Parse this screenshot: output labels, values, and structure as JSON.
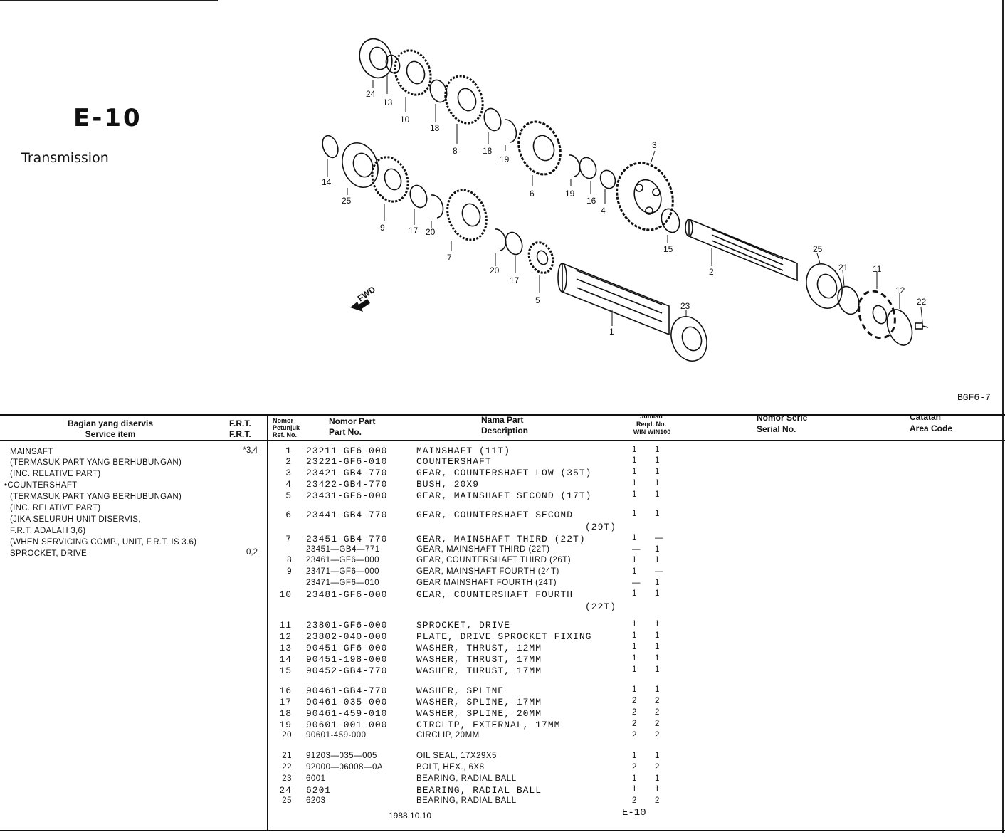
{
  "page": {
    "code": "E-10",
    "title": "Transmission",
    "ref_code": "BGF6-7",
    "date": "1988.10.10",
    "page_no": "E-10"
  },
  "diagram": {
    "callouts": [
      "24",
      "13",
      "10",
      "18",
      "8",
      "18",
      "19",
      "6",
      "19",
      "16",
      "4",
      "3",
      "14",
      "25",
      "9",
      "17",
      "20",
      "7",
      "20",
      "17",
      "5",
      "15",
      "2",
      "25",
      "21",
      "11",
      "12",
      "22",
      "23",
      "1"
    ],
    "fwd": "FWD"
  },
  "table": {
    "headers": {
      "service_item_id": "Bagian yang diservis",
      "service_item_en": "Service item",
      "frt_id": "F.R.T.",
      "frt_en": "F.R.T.",
      "ref_id1": "Nomor",
      "ref_id2": "Petunjuk",
      "ref_en": "Ref. No.",
      "part_no_id": "Nomor Part",
      "part_no_en": "Part No.",
      "desc_id": "Nama Part",
      "desc_en": "Description",
      "qty_id": "Jumlah",
      "qty_reqd": "Reqd. No.",
      "qty_cols": "WIN WIN100",
      "serial_id": "Nomor Serie",
      "serial_en": "Serial No.",
      "area_id": "Catatan",
      "area_en": "Area Code"
    },
    "service_items": [
      "MAINSAFT",
      "(TERMASUK PART YANG BERHUBUNGAN)",
      "(INC. RELATIVE PART)",
      "•COUNTERSHAFT",
      "(TERMASUK PART YANG BERHUBUNGAN)",
      "(INC. RELATIVE PART)",
      "(JIKA SELURUH UNIT DISERVIS,",
      " F.R.T. ADALAH 3,6)",
      "(WHEN SERVICING COMP., UNIT, F.R.T. IS 3.6)",
      "SPROCKET, DRIVE"
    ],
    "frt_values": [
      "*3,4",
      "0,2"
    ],
    "parts": [
      {
        "ref": "1",
        "part_no": "23211-GF6-000",
        "desc": "MAINSHAFT (11T)",
        "q1": "1",
        "q2": "1"
      },
      {
        "ref": "2",
        "part_no": "23221-GF6-010",
        "desc": "COUNTERSHAFT",
        "q1": "1",
        "q2": "1"
      },
      {
        "ref": "3",
        "part_no": "23421-GB4-770",
        "desc": "GEAR, COUNTERSHAFT LOW (35T)",
        "q1": "1",
        "q2": "1"
      },
      {
        "ref": "4",
        "part_no": "23422-GB4-770",
        "desc": "BUSH, 20X9",
        "q1": "1",
        "q2": "1"
      },
      {
        "ref": "5",
        "part_no": "23431-GF6-000",
        "desc": "GEAR, MAINSHAFT SECOND (17T)",
        "q1": "1",
        "q2": "1"
      },
      {
        "ref": "6",
        "part_no": "23441-GB4-770",
        "desc": "GEAR, COUNTERSHAFT SECOND",
        "desc2": "(29T)",
        "q1": "1",
        "q2": "1"
      },
      {
        "ref": "7",
        "part_no": "23451-GB4-770",
        "desc": "GEAR, MAINSHAFT THIRD (22T)",
        "q1": "1",
        "q2": "—"
      },
      {
        "ref": "",
        "part_no": "23451—GB4—771",
        "desc": "GEAR, MAINSHAFT THIRD (22T)",
        "q1": "—",
        "q2": "1"
      },
      {
        "ref": "8",
        "part_no": "23461—GF6—000",
        "desc": "GEAR, COUNTERSHAFT THIRD (26T)",
        "q1": "1",
        "q2": "1"
      },
      {
        "ref": "9",
        "part_no": "23471—GF6—000",
        "desc": "GEAR, MAINSHAFT FOURTH (24T)",
        "q1": "1",
        "q2": "—"
      },
      {
        "ref": "",
        "part_no": "23471—GF6—010",
        "desc": "GEAR MAINSHAFT FOURTH (24T)",
        "q1": "—",
        "q2": "1"
      },
      {
        "ref": "10",
        "part_no": "23481-GF6-000",
        "desc": "GEAR, COUNTERSHAFT FOURTH",
        "desc2": "(22T)",
        "q1": "1",
        "q2": "1"
      },
      {
        "ref": "11",
        "part_no": "23801-GF6-000",
        "desc": "SPROCKET, DRIVE",
        "q1": "1",
        "q2": "1"
      },
      {
        "ref": "12",
        "part_no": "23802-040-000",
        "desc": "PLATE, DRIVE SPROCKET FIXING",
        "q1": "1",
        "q2": "1"
      },
      {
        "ref": "13",
        "part_no": "90451-GF6-000",
        "desc": "WASHER, THRUST, 12MM",
        "q1": "1",
        "q2": "1"
      },
      {
        "ref": "14",
        "part_no": "90451-198-000",
        "desc": "WASHER, THRUST, 17MM",
        "q1": "1",
        "q2": "1"
      },
      {
        "ref": "15",
        "part_no": "90452-GB4-770",
        "desc": "WASHER, THRUST, 17MM",
        "q1": "1",
        "q2": "1"
      },
      {
        "ref": "16",
        "part_no": "90461-GB4-770",
        "desc": "WASHER, SPLINE",
        "q1": "1",
        "q2": "1"
      },
      {
        "ref": "17",
        "part_no": "90461-035-000",
        "desc": "WASHER, SPLINE, 17MM",
        "q1": "2",
        "q2": "2"
      },
      {
        "ref": "18",
        "part_no": "90461-459-010",
        "desc": "WASHER, SPLINE, 20MM",
        "q1": "2",
        "q2": "2"
      },
      {
        "ref": "19",
        "part_no": "90601-001-000",
        "desc": "CIRCLIP, EXTERNAL, 17MM",
        "q1": "2",
        "q2": "2"
      },
      {
        "ref": "20",
        "part_no": "90601-459-000",
        "desc": "CIRCLIP, 20MM",
        "q1": "2",
        "q2": "2"
      },
      {
        "ref": "21",
        "part_no": "91203—035—005",
        "desc": "OIL SEAL, 17X29X5",
        "q1": "1",
        "q2": "1"
      },
      {
        "ref": "22",
        "part_no": "92000—06008—0A",
        "desc": "BOLT, HEX., 6X8",
        "q1": "2",
        "q2": "2"
      },
      {
        "ref": "23",
        "part_no": "6001",
        "desc": "BEARING, RADIAL BALL",
        "q1": "1",
        "q2": "1"
      },
      {
        "ref": "24",
        "part_no": "6201",
        "desc": "BEARING, RADIAL BALL",
        "q1": "1",
        "q2": "1"
      },
      {
        "ref": "25",
        "part_no": "6203",
        "desc": "BEARING, RADIAL BALL",
        "q1": "2",
        "q2": "2"
      }
    ]
  }
}
